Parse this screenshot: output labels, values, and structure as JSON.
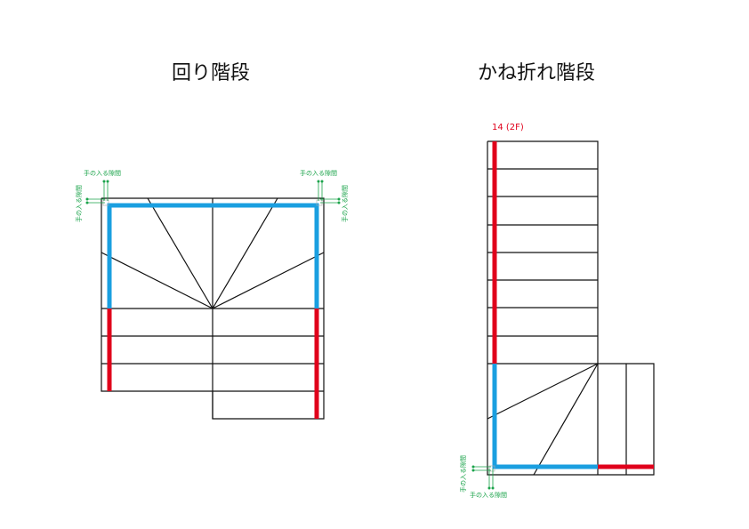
{
  "diagrams": [
    {
      "title": "回り階段"
    },
    {
      "title": "かね折れ階段",
      "floor_label": "14 (2F)"
    }
  ],
  "annotation": {
    "hand_gap": "手の入る隙間"
  },
  "colors": {
    "line": "#111111",
    "handrail_turn": "#1a9fe0",
    "handrail_straight": "#e0001b",
    "annotation": "#1aa34a"
  }
}
